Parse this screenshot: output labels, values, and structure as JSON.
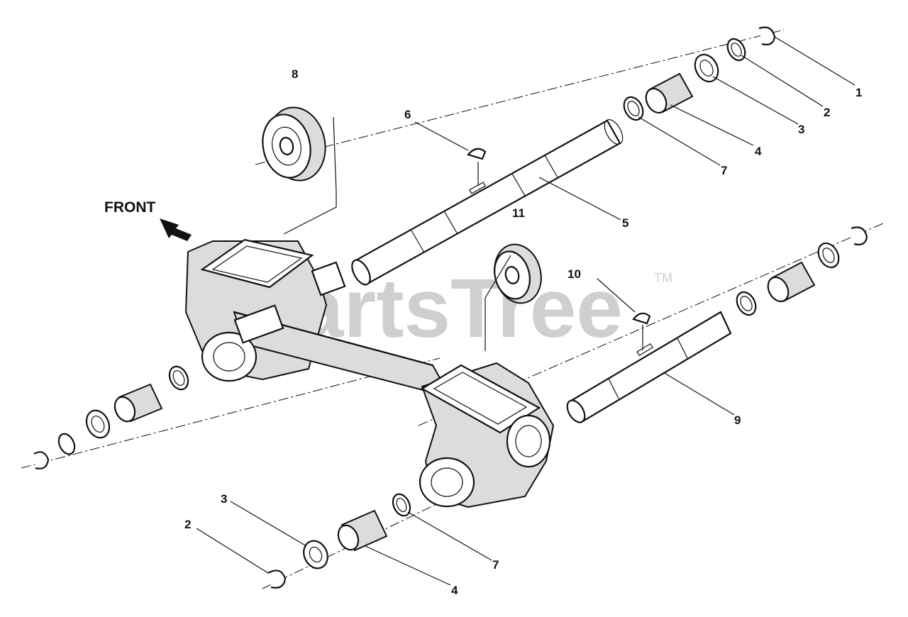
{
  "diagram": {
    "direction_label": "FRONT",
    "watermark": {
      "text": "PartsTree",
      "mark": "TM"
    },
    "callouts": [
      "1",
      "2",
      "3",
      "4",
      "5",
      "6",
      "7",
      "8",
      "9",
      "10",
      "11"
    ],
    "callouts_lower": [
      "2",
      "3",
      "4",
      "7"
    ]
  },
  "icons": {
    "direction_arrow": "arrow-left-down-icon"
  },
  "colors": {
    "ink": "#111111",
    "watermark": "#cfcfcf",
    "background": "#ffffff"
  }
}
